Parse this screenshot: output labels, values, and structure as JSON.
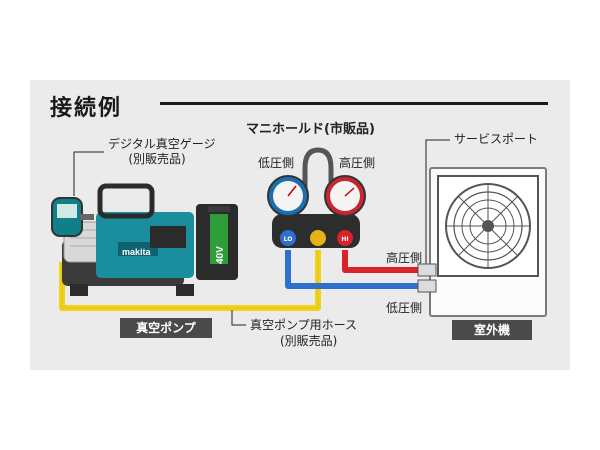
{
  "title": "接続例",
  "labels": {
    "manifold": "マニホールド(市販品)",
    "gauge_line1": "デジタル真空ゲージ",
    "gauge_line2": "(別販売品)",
    "service_port": "サービスポート",
    "low_side_gauge": "低圧側",
    "high_side_gauge": "高圧側",
    "high_side_port": "高圧側",
    "low_side_port": "低圧側",
    "vacuum_pump": "真空ポンプ",
    "hose_line1": "真空ポンプ用ホース",
    "hose_line2": "(別販売品)",
    "outdoor_unit": "室外機",
    "lo": "LO",
    "hi": "HI",
    "brand": "makita",
    "battery": "40V"
  },
  "colors": {
    "yellow_hose": "#f2d21b",
    "blue_hose": "#2f6fd0",
    "red_hose": "#d8232a",
    "pump_teal": "#1a8e9c",
    "battery_green": "#2f9e3a"
  },
  "icons": [
    "manifold-gauges",
    "vacuum-pump",
    "outdoor-unit-fan"
  ]
}
